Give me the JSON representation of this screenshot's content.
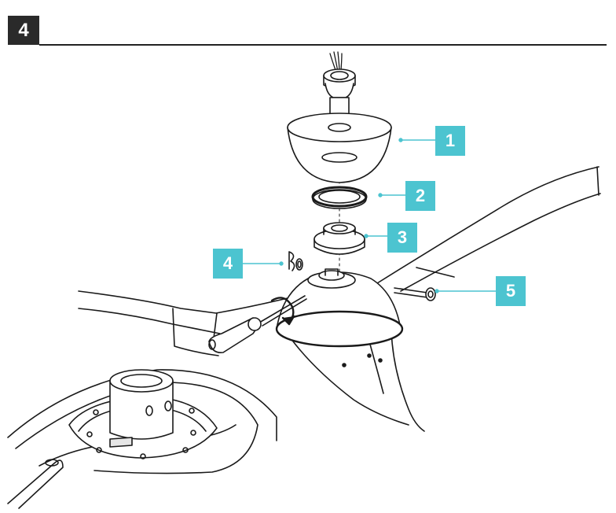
{
  "step": {
    "number": "4"
  },
  "callouts": [
    {
      "id": "c1",
      "label": "1",
      "part": "canopy"
    },
    {
      "id": "c2",
      "label": "2",
      "part": "ring"
    },
    {
      "id": "c3",
      "label": "3",
      "part": "coupler"
    },
    {
      "id": "c4",
      "label": "4",
      "part": "pin-and-clip"
    },
    {
      "id": "c5",
      "label": "5",
      "part": "screw"
    }
  ],
  "colors": {
    "accent": "#4cc4d0",
    "badge": "#2a2a2a",
    "line": "#1a1a1a"
  }
}
